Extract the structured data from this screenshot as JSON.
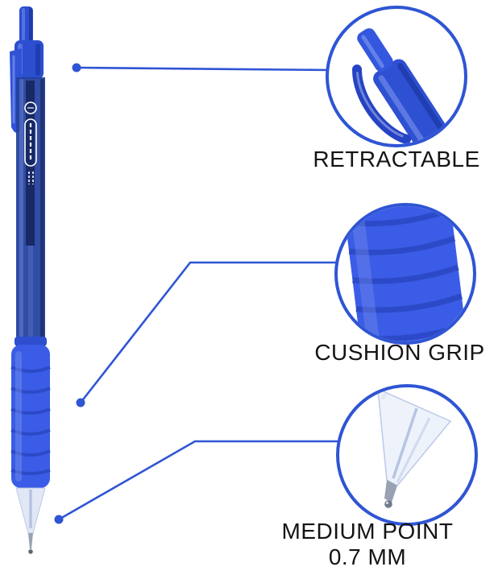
{
  "product": {
    "name": "blue retractable ballpoint pen"
  },
  "callouts": [
    {
      "label": "RETRACTABLE",
      "icon": "pen-clicker-detail"
    },
    {
      "label": "CUSHION GRIP",
      "icon": "rubber-grip-detail"
    },
    {
      "label": "MEDIUM POINT",
      "label_line2": "0.7 MM",
      "icon": "pen-tip-detail"
    }
  ],
  "colors": {
    "accent": "#2f55d4",
    "pen_body": "#2c4ecf",
    "barrel_translucent": "#24419e",
    "grip": "#3b5ce6",
    "metal_tip": "#99a2b3",
    "text": "#141414",
    "background": "#ffffff"
  }
}
